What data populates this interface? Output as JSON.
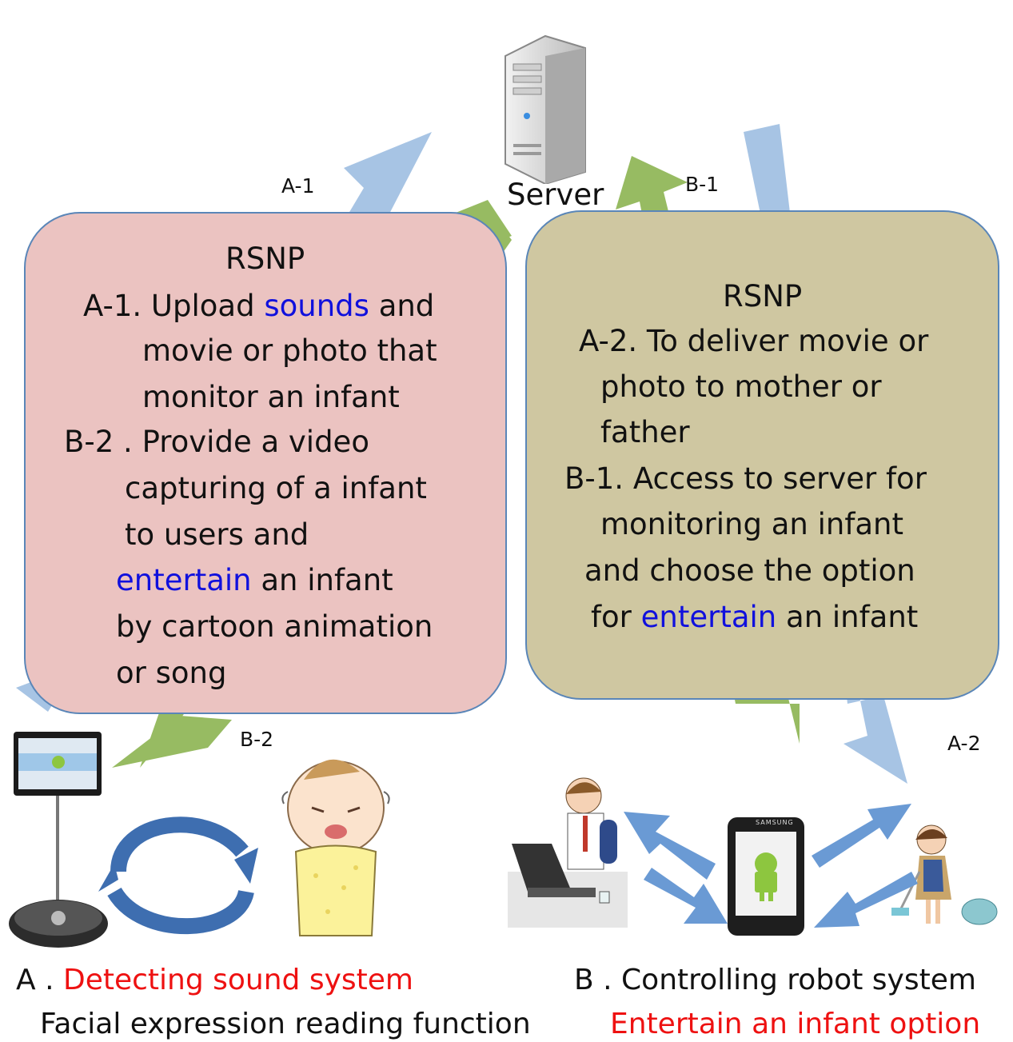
{
  "server": {
    "label": "Server"
  },
  "connectors": {
    "a1": "A-1",
    "b1": "B-1",
    "b2": "B-2",
    "a2": "A-2"
  },
  "left_box": {
    "title": "RSNP",
    "a1": {
      "code": "A-1.",
      "pre": "Upload",
      "highlight": "sounds",
      "post": "and",
      "line2": "movie or photo that",
      "line3": "monitor an infant"
    },
    "b2": {
      "code": "B-2 .",
      "line1": "Provide  a video",
      "line2": "capturing of a infant",
      "line3": "to users and",
      "highlight": "entertain",
      "line4_post": "an infant",
      "line5": "by cartoon  animation",
      "line6": "or song"
    }
  },
  "right_box": {
    "title": "RSNP",
    "a2": {
      "code": "A-2.",
      "line1": "To deliver movie or",
      "line2": "photo to mother or",
      "line3": "father"
    },
    "b1": {
      "code": "B-1.",
      "line1": "Access to server for",
      "line2": "monitoring an infant",
      "line3": "and choose  the option",
      "pre": "for",
      "highlight": "entertain",
      "post": "an infant"
    }
  },
  "captions": {
    "a_code": "A .",
    "a_title": "Detecting sound system",
    "a_sub": "Facial expression reading function",
    "b_code": "B .",
    "b_title": "Controlling robot system",
    "b_sub": "Entertain an infant option"
  },
  "phone": {
    "brand": "SAMSUNG"
  },
  "colors": {
    "pink_box": "#ebc3c1",
    "tan_box": "#cfc7a1",
    "blue_arrow": "#a7c4e4",
    "green_arrow": "#97bb62",
    "cycle_arrow": "#3e6eb0"
  }
}
